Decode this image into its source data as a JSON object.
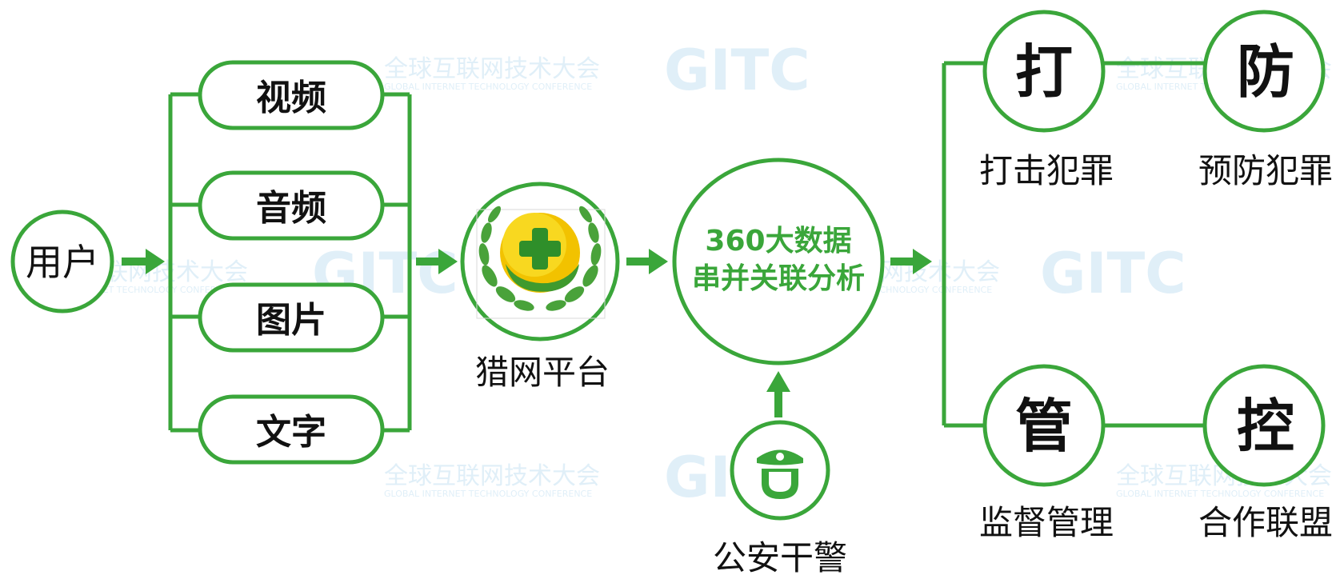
{
  "colors": {
    "accent": "#3aa63a",
    "text": "#111111",
    "watermark": "#cfe6f3"
  },
  "watermark": {
    "cn": "全球互联网技术大会",
    "en": "GLOBAL INTERNET TECHNOLOGY CONFERENCE",
    "logo": "GITC"
  },
  "user": {
    "label": "用户"
  },
  "media": [
    {
      "label": "视频"
    },
    {
      "label": "音频"
    },
    {
      "label": "图片"
    },
    {
      "label": "文字"
    }
  ],
  "platform": {
    "label": "猎网平台",
    "icon": "360-laurel-plus-logo"
  },
  "analysis": {
    "line1": "360大数据",
    "line2": "串并关联分析"
  },
  "police": {
    "label": "公安干警",
    "icon": "police-officer-icon"
  },
  "actions": [
    {
      "char": "打",
      "label": "打击犯罪"
    },
    {
      "char": "防",
      "label": "预防犯罪"
    },
    {
      "char": "管",
      "label": "监督管理"
    },
    {
      "char": "控",
      "label": "合作联盟"
    }
  ]
}
